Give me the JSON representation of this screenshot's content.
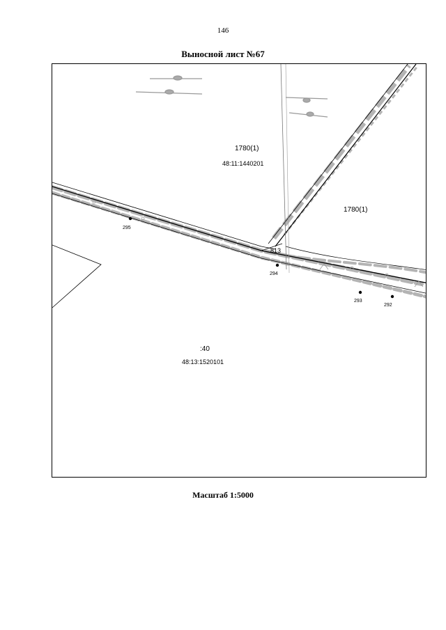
{
  "page": {
    "number": "146",
    "title": "Выносной лист №67",
    "scale": "Масштаб 1:5000"
  },
  "map": {
    "parcels": [
      {
        "number": "1780(1)",
        "cadastral": "48:11:1440201"
      },
      {
        "number": "1780(1)"
      },
      {
        "number": ":40",
        "cadastral": "48:13:1520101"
      },
      {
        "number": "813"
      }
    ],
    "points": [
      "295",
      "294",
      "293",
      "292"
    ]
  }
}
